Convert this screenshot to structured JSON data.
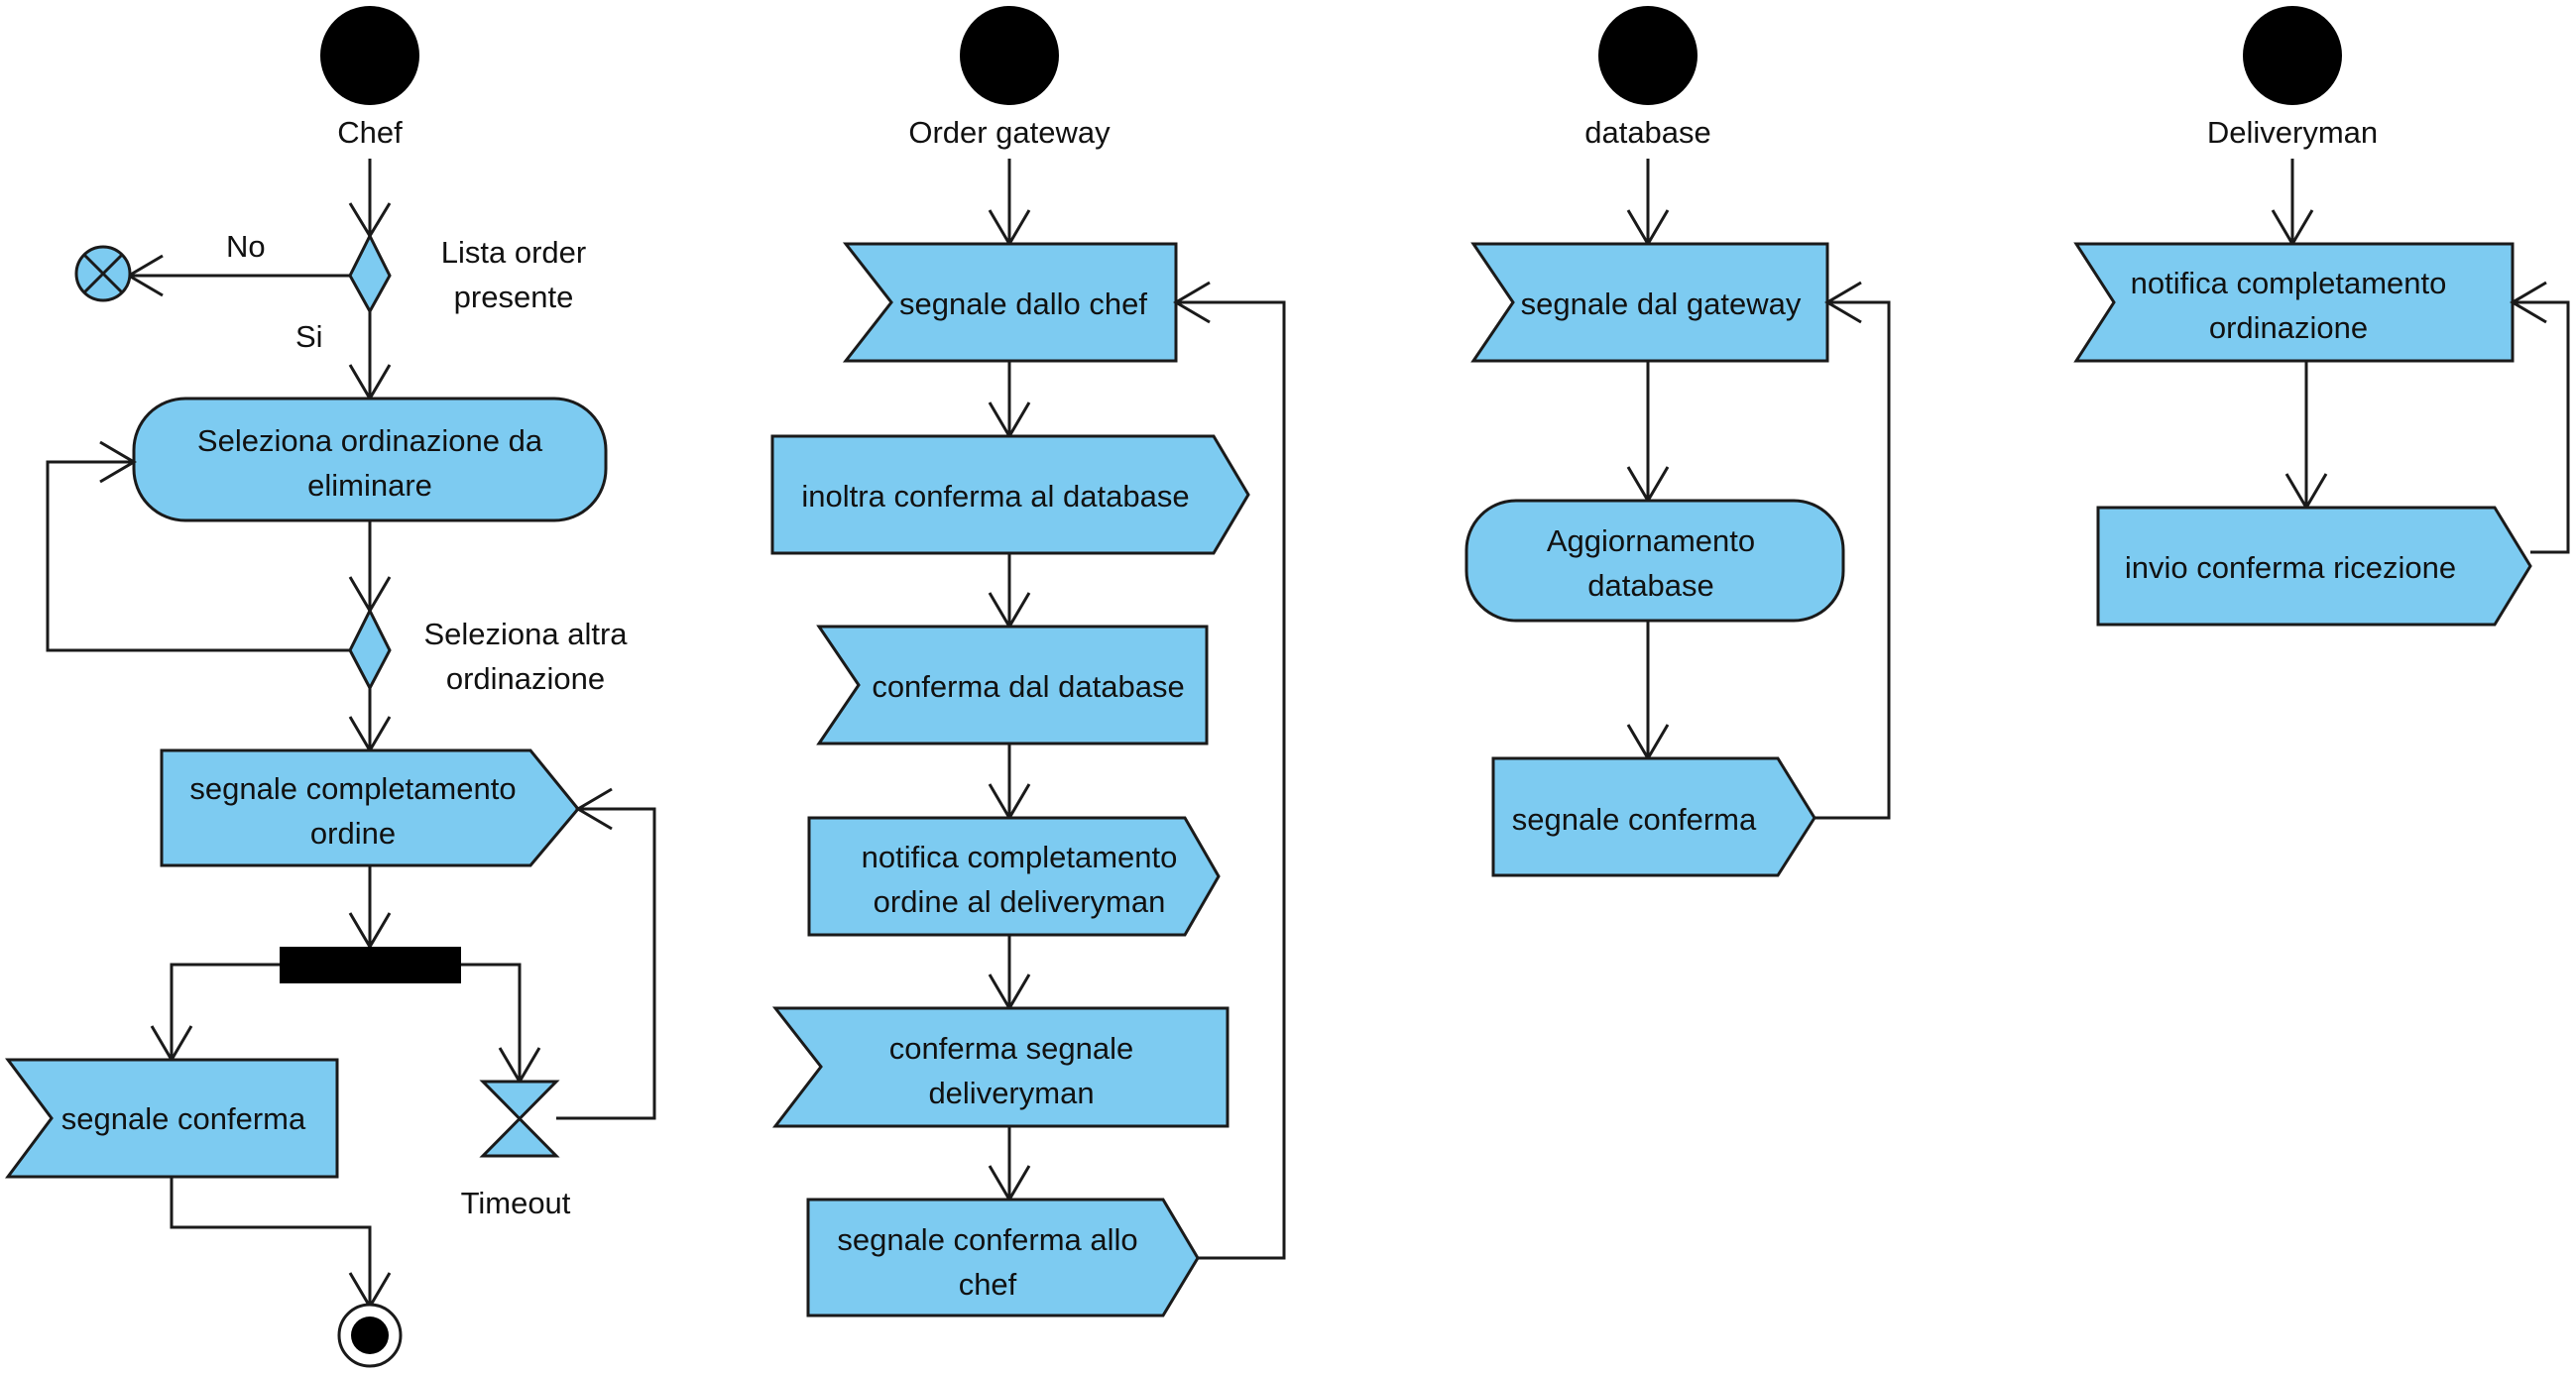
{
  "lanes": {
    "chef": "Chef",
    "gateway": "Order gateway",
    "database": "database",
    "delivery": "Deliveryman"
  },
  "chef": {
    "decision_no": "No",
    "decision_yes": "Si",
    "decision_question": [
      "Lista order",
      "presente"
    ],
    "select_action": [
      "Seleziona ordinazione da",
      "eliminare"
    ],
    "loop_guard": [
      "Seleziona altra",
      "ordinazione"
    ],
    "complete_signal": [
      "segnale completamento",
      "ordine"
    ],
    "confirm_signal": "segnale conferma",
    "timeout": "Timeout"
  },
  "gateway": {
    "chef_signal": "segnale dallo chef",
    "forward_confirm": "inoltra conferma al database",
    "db_confirm": "conferma dal database",
    "notify_delivery": [
      "notifica completamento",
      "ordine  al deliveryman"
    ],
    "delivery_confirm": [
      "conferma segnale",
      "deliveryman"
    ],
    "confirm_to_chef": [
      "segnale conferma allo",
      "chef"
    ]
  },
  "database": {
    "gateway_signal": "segnale dal gateway",
    "update": [
      "Aggiornamento",
      "database"
    ],
    "confirm_signal": "segnale conferma"
  },
  "delivery": {
    "notify": [
      "notifica completamento",
      "ordinazione"
    ],
    "send_confirm": "invio conferma ricezione"
  },
  "colors": {
    "node_fill": "#7dcbf1",
    "stroke": "#1a1a1a"
  }
}
